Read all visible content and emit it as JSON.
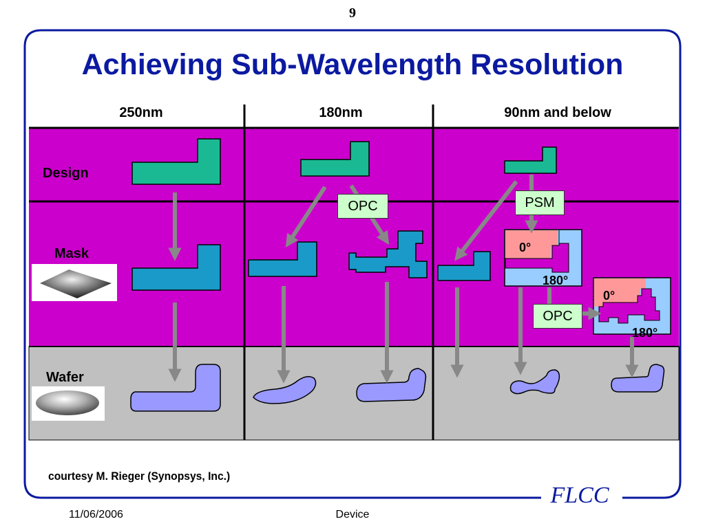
{
  "page_number": "9",
  "title": "Achieving Sub-Wavelength Resolution",
  "columns": [
    "250nm",
    "180nm",
    "90nm and below"
  ],
  "rows": [
    "Design",
    "Mask",
    "Wafer"
  ],
  "boxes": {
    "opc_center": "OPC",
    "psm": "PSM",
    "opc_right": "OPC"
  },
  "phases": {
    "zero_top": "0°",
    "one_eighty_top": "180°",
    "zero_bottom": "0°",
    "one_eighty_bottom": "180°"
  },
  "colors": {
    "title": "#0b1aa0",
    "design_band": "#cc00cc",
    "wafer_band": "#c0c0c0",
    "design_shape": "#1ab993",
    "mask_shape": "#1a9ac8",
    "wafer_shape": "#9999ff",
    "label_box": "#ccffcc",
    "phase_zero": "#ff9999",
    "phase_180": "#99ccff",
    "arrow": "#888888"
  },
  "credit": "courtesy M. Rieger (Synopsys, Inc.)",
  "logo": "FLCC",
  "footer": {
    "date": "11/06/2006",
    "center": "Device"
  }
}
